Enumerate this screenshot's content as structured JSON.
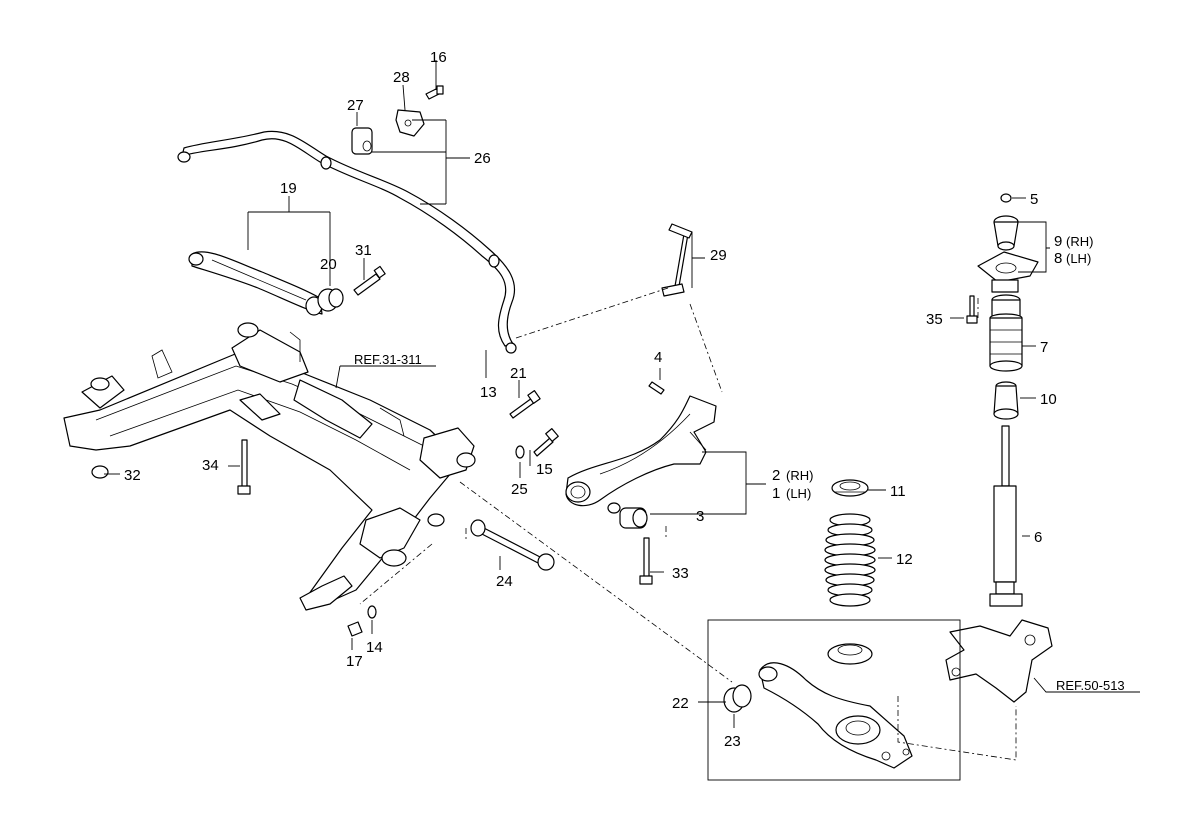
{
  "diagram": {
    "callouts": {
      "c1": "1",
      "c1s": "(LH)",
      "c2": "2",
      "c2s": "(RH)",
      "c3": "3",
      "c4": "4",
      "c5": "5",
      "c6": "6",
      "c7": "7",
      "c8": "8",
      "c8s": "(LH)",
      "c9": "9",
      "c9s": "(RH)",
      "c10": "10",
      "c11": "11",
      "c12": "12",
      "c13": "13",
      "c14": "14",
      "c15": "15",
      "c16": "16",
      "c17": "17",
      "c19": "19",
      "c20": "20",
      "c21": "21",
      "c22": "22",
      "c23": "23",
      "c24": "24",
      "c25": "25",
      "c26": "26",
      "c27": "27",
      "c28": "28",
      "c29": "29",
      "c31": "31",
      "c32": "32",
      "c33": "33",
      "c34": "34",
      "c35": "35"
    },
    "references": {
      "r1": "REF.31-311",
      "r2": "REF.50-513"
    }
  }
}
